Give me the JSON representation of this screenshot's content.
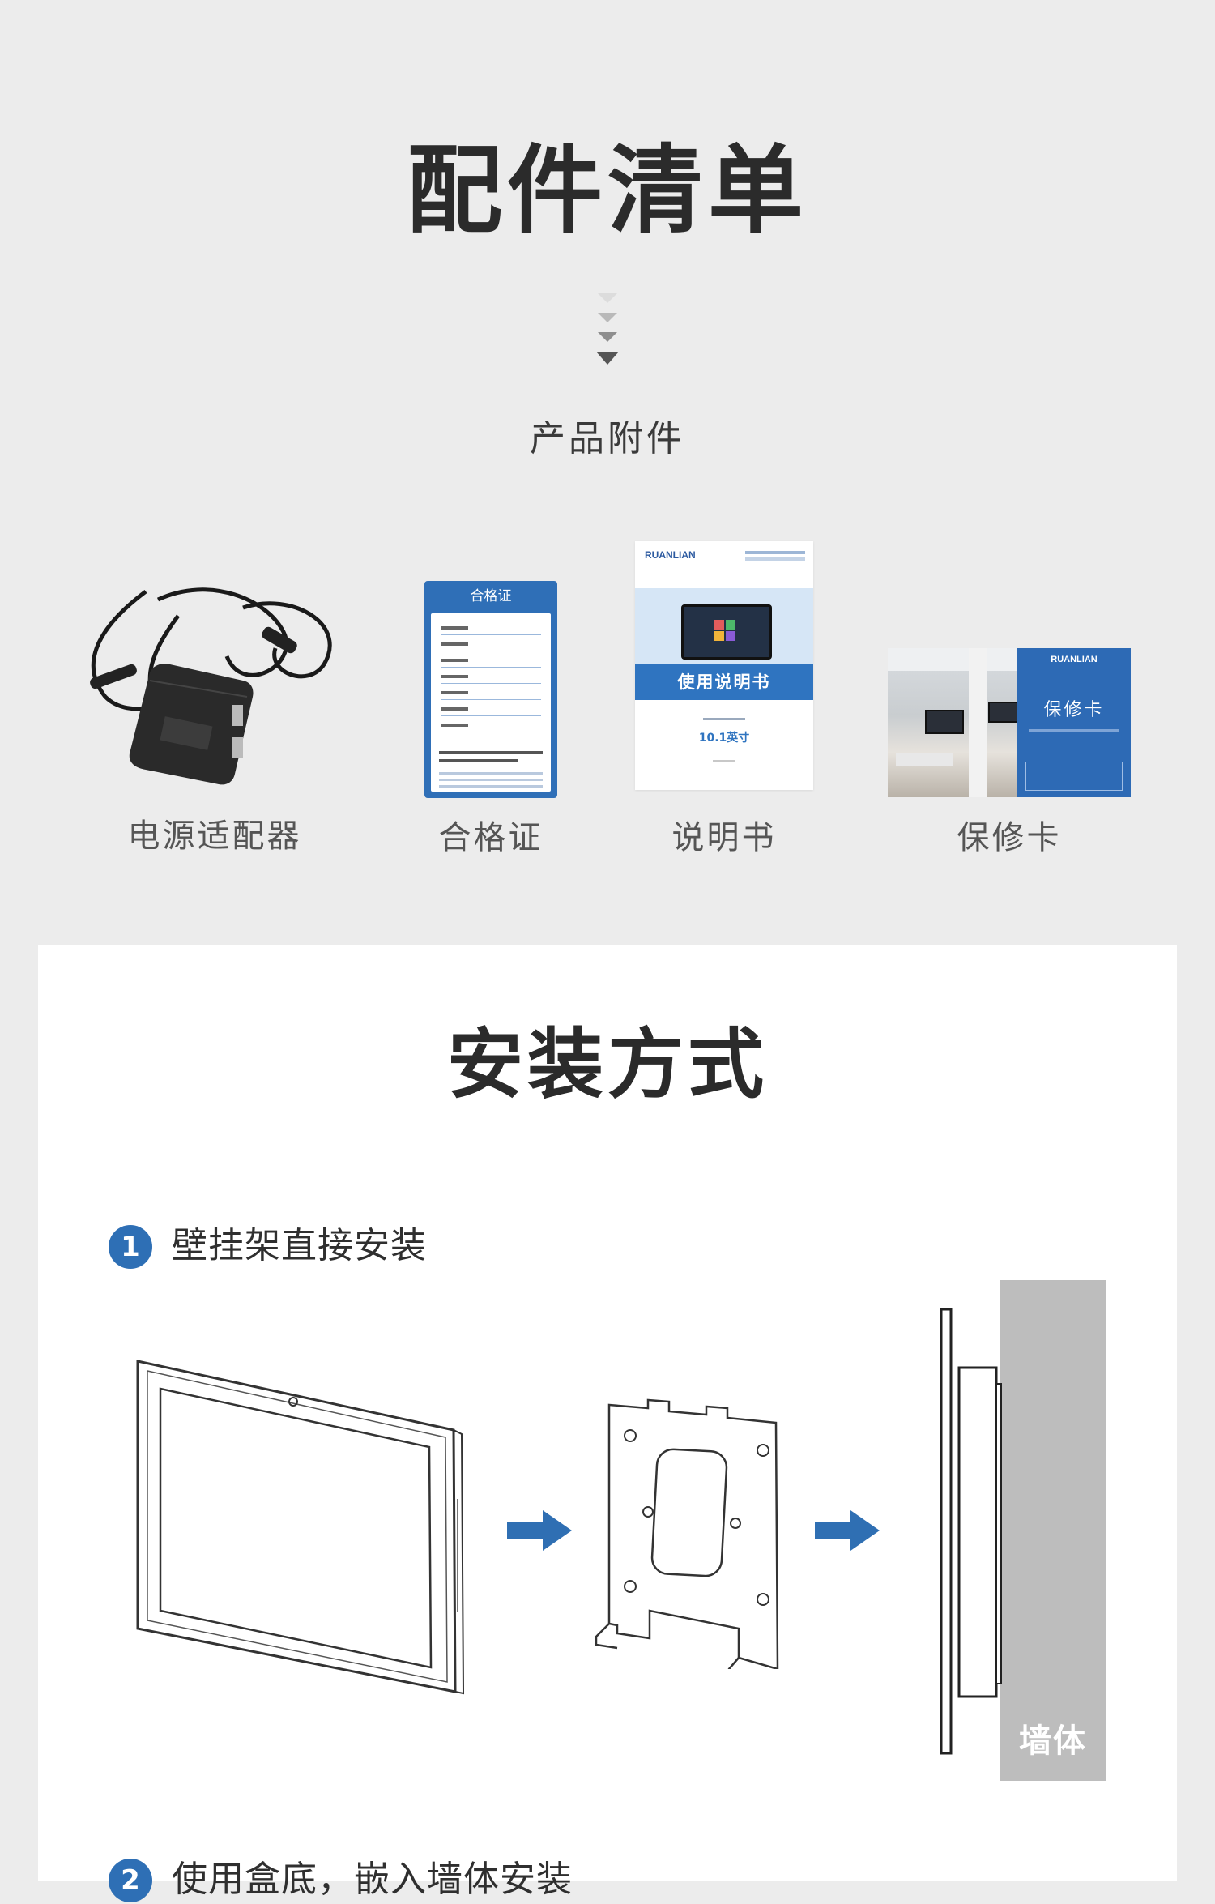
{
  "accessories_section": {
    "title": "配件清单",
    "subtitle": "产品附件",
    "items": [
      {
        "label": "电源适配器"
      },
      {
        "label": "合格证"
      },
      {
        "label": "说明书"
      },
      {
        "label": "保修卡"
      }
    ],
    "certificate_card": {
      "heading": "合格证"
    },
    "manual_card": {
      "brand": "RUANLIAN",
      "band_text": "使用说明书",
      "size_text": "10.1英寸"
    },
    "warranty_card": {
      "brand": "RUANLIAN",
      "title": "保修卡"
    }
  },
  "install_section": {
    "title": "安装方式",
    "steps": [
      {
        "number": "1",
        "label": "壁挂架直接安装"
      },
      {
        "number": "2",
        "label": "使用盒底，嵌入墙体安装"
      }
    ],
    "wall_label": "墙体"
  },
  "colors": {
    "accent": "#2e6fb5",
    "arrow": "#2f6fb3",
    "wall": "#bdbdbd"
  }
}
